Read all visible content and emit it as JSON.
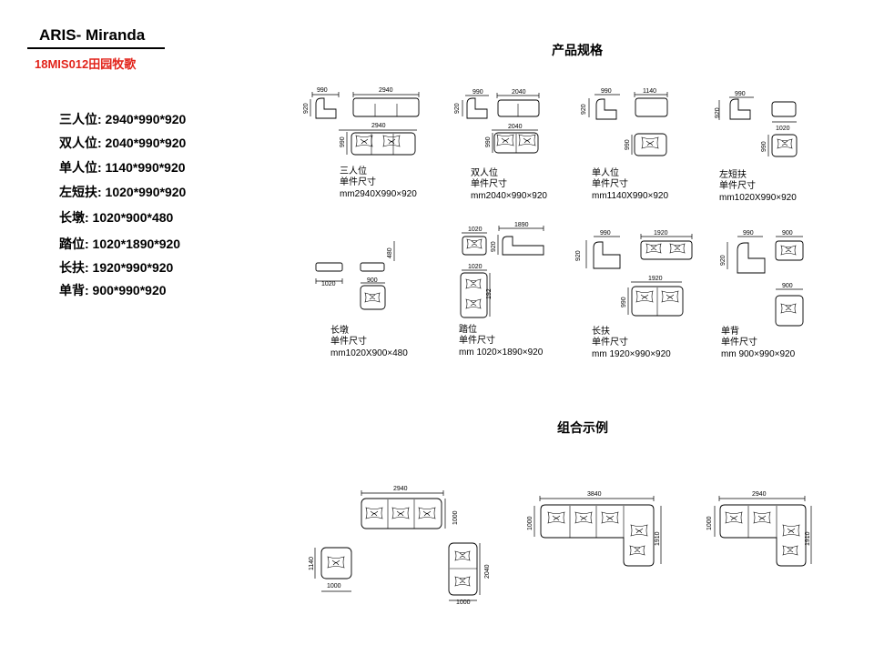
{
  "header": {
    "title": "ARIS- Miranda",
    "subtitle": "18MIS012田园牧歌"
  },
  "specs": [
    "三人位: 2940*990*920",
    "双人位: 2040*990*920",
    "单人位: 1140*990*920",
    "左短扶: 1020*990*920",
    "长墩: 1020*900*480",
    "踏位: 1020*1890*920",
    "长扶: 1920*990*920",
    "单背: 900*990*920"
  ],
  "section_titles": {
    "specs": "产品规格",
    "combos": "组合示例"
  },
  "items": [
    {
      "name": "三人位",
      "size_label": "单件尺寸",
      "size": "mm2940X990×920",
      "dims": [
        "990",
        "2940",
        "920",
        "2940",
        "990"
      ]
    },
    {
      "name": "双人位",
      "size_label": "单件尺寸",
      "size": "mm2040×990×920",
      "dims": [
        "990",
        "2040",
        "920",
        "2040",
        "990"
      ]
    },
    {
      "name": "单人位",
      "size_label": "单件尺寸",
      "size": "mm1140X990×920",
      "dims": [
        "990",
        "1140",
        "920",
        "990"
      ]
    },
    {
      "name": "左短扶",
      "size_label": "单件尺寸",
      "size": "mm1020X990×920",
      "dims": [
        "990",
        "920",
        "1020",
        "990"
      ]
    },
    {
      "name": "长墩",
      "size_label": "单件尺寸",
      "size": "mm1020X900×480",
      "dims": [
        "480",
        "1020",
        "900"
      ]
    },
    {
      "name": "踏位",
      "size_label": "单件尺寸",
      "size": "mm 1020×1890×920",
      "dims": [
        "1020",
        "1890",
        "920",
        "1020",
        "192"
      ]
    },
    {
      "name": "长扶",
      "size_label": "单件尺寸",
      "size": "mm 1920×990×920",
      "dims": [
        "990",
        "1920",
        "920",
        "1920",
        "990"
      ]
    },
    {
      "name": "单背",
      "size_label": "单件尺寸",
      "size": "mm 900×990×920",
      "dims": [
        "990",
        "900",
        "920",
        "900"
      ]
    }
  ],
  "combos": [
    {
      "dims": [
        "2940",
        "1000",
        "1140",
        "1000",
        "2040",
        "1000"
      ]
    },
    {
      "dims": [
        "3840",
        "1000",
        "1910"
      ]
    },
    {
      "dims": [
        "2940",
        "1000",
        "1910"
      ]
    }
  ]
}
